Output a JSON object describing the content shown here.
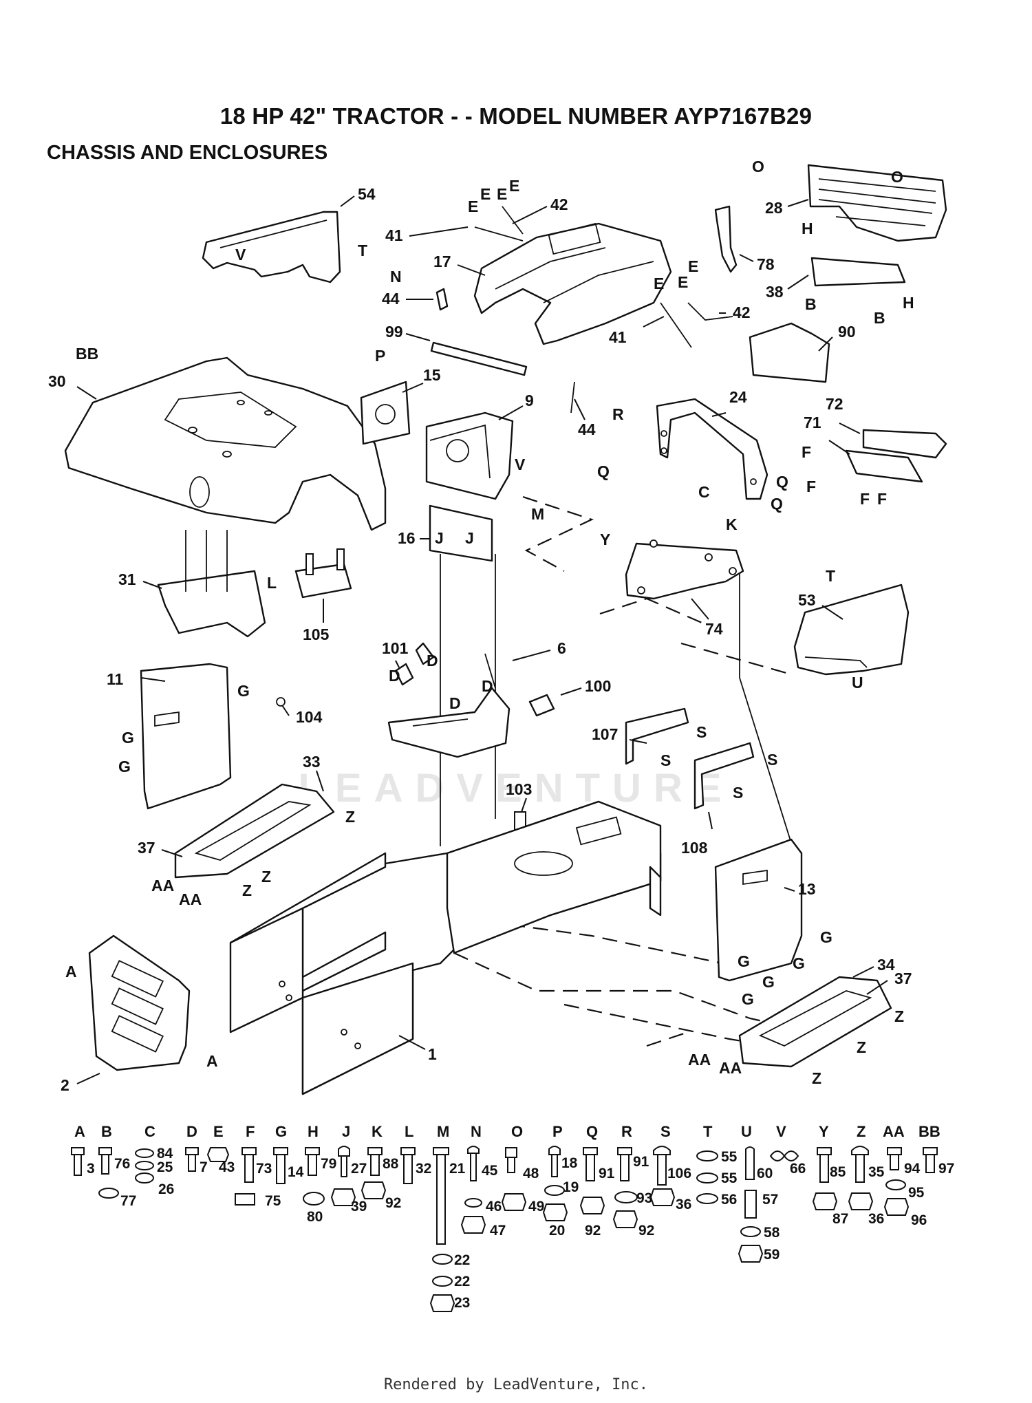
{
  "title": "18 HP 42\" TRACTOR - - MODEL NUMBER AYP7167B29",
  "subtitle": "CHASSIS AND ENCLOSURES",
  "watermark": "LEADVENTURE",
  "footer": "Rendered by LeadVenture, Inc.",
  "callouts": [
    {
      "id": "c54",
      "text": "54"
    },
    {
      "id": "c42a",
      "text": "42"
    },
    {
      "id": "c41a",
      "text": "41"
    },
    {
      "id": "c17",
      "text": "17"
    },
    {
      "id": "c44a",
      "text": "44"
    },
    {
      "id": "c99",
      "text": "99"
    },
    {
      "id": "c15",
      "text": "15"
    },
    {
      "id": "c9",
      "text": "9"
    },
    {
      "id": "c44b",
      "text": "44"
    },
    {
      "id": "c30",
      "text": "30"
    },
    {
      "id": "c31",
      "text": "31"
    },
    {
      "id": "c105",
      "text": "105"
    },
    {
      "id": "c16",
      "text": "16"
    },
    {
      "id": "c41b",
      "text": "41"
    },
    {
      "id": "c42b",
      "text": "42"
    },
    {
      "id": "c28",
      "text": "28"
    },
    {
      "id": "c78",
      "text": "78"
    },
    {
      "id": "c38",
      "text": "38"
    },
    {
      "id": "c90",
      "text": "90"
    },
    {
      "id": "c24",
      "text": "24"
    },
    {
      "id": "c72",
      "text": "72"
    },
    {
      "id": "c71",
      "text": "71"
    },
    {
      "id": "c74",
      "text": "74"
    },
    {
      "id": "c53",
      "text": "53"
    },
    {
      "id": "c6",
      "text": "6"
    },
    {
      "id": "c100",
      "text": "100"
    },
    {
      "id": "c101",
      "text": "101"
    },
    {
      "id": "c11",
      "text": "11"
    },
    {
      "id": "c104",
      "text": "104"
    },
    {
      "id": "c33",
      "text": "33"
    },
    {
      "id": "c37a",
      "text": "37"
    },
    {
      "id": "c107",
      "text": "107"
    },
    {
      "id": "c108",
      "text": "108"
    },
    {
      "id": "c103",
      "text": "103"
    },
    {
      "id": "c13",
      "text": "13"
    },
    {
      "id": "c34",
      "text": "34"
    },
    {
      "id": "c37b",
      "text": "37"
    },
    {
      "id": "c1",
      "text": "1"
    },
    {
      "id": "c2",
      "text": "2"
    }
  ],
  "ref_letters": [
    "E",
    "E",
    "E",
    "E",
    "N",
    "V",
    "T",
    "BB",
    "P",
    "V",
    "M",
    "J",
    "J",
    "L",
    "R",
    "Q",
    "C",
    "Q",
    "Q",
    "Y",
    "K",
    "T",
    "U",
    "D",
    "D",
    "D",
    "D",
    "G",
    "G",
    "G",
    "Z",
    "Z",
    "Z",
    "AA",
    "AA",
    "S",
    "S",
    "S",
    "S",
    "G",
    "G",
    "G",
    "G",
    "G",
    "A",
    "A",
    "Z",
    "Z",
    "Z",
    "AA",
    "AA",
    "O",
    "O",
    "H",
    "H",
    "B",
    "B",
    "E",
    "E",
    "E",
    "F",
    "F",
    "F",
    "F"
  ],
  "hardware_columns": [
    "A",
    "B",
    "C",
    "D",
    "E",
    "F",
    "G",
    "H",
    "J",
    "K",
    "L",
    "M",
    "N",
    "O",
    "P",
    "Q",
    "R",
    "S",
    "T",
    "U",
    "V",
    "Y",
    "Z",
    "AA",
    "BB"
  ],
  "hardware_numbers": [
    "3",
    "76",
    "77",
    "84",
    "25",
    "26",
    "7",
    "43",
    "73",
    "75",
    "14",
    "79",
    "80",
    "27",
    "39",
    "88",
    "92",
    "32",
    "21",
    "22",
    "22",
    "23",
    "45",
    "46",
    "47",
    "48",
    "49",
    "18",
    "19",
    "20",
    "91",
    "92",
    "91",
    "93",
    "92",
    "106",
    "36",
    "55",
    "55",
    "56",
    "60",
    "57",
    "58",
    "59",
    "66",
    "85",
    "87",
    "35",
    "36",
    "94",
    "95",
    "96",
    "97"
  ]
}
